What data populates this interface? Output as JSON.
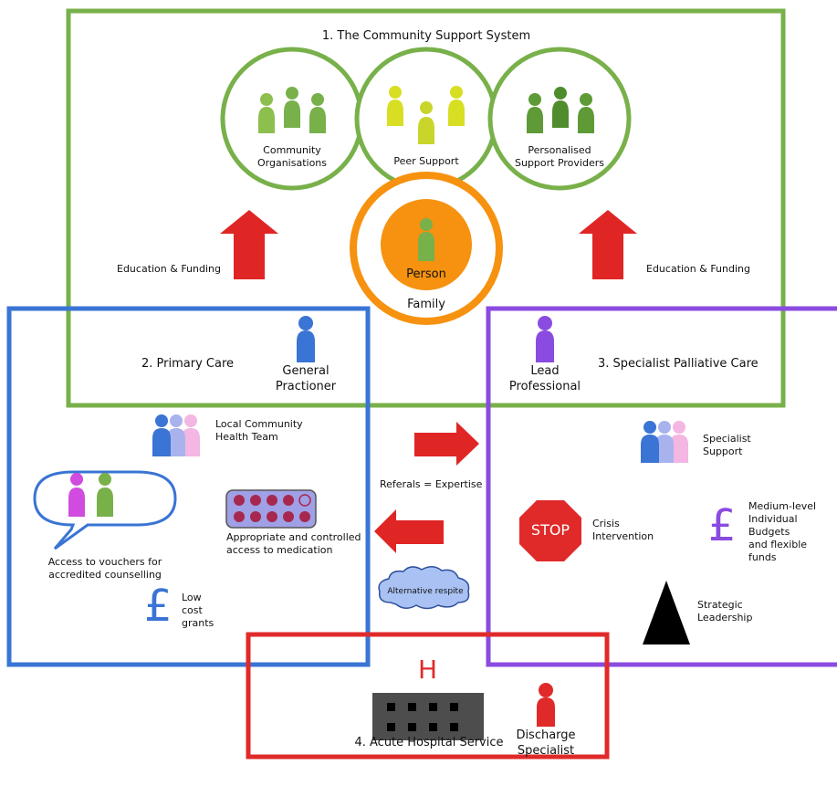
{
  "sections": {
    "community": {
      "title": "1. The Community Support System",
      "color": "#78b04a"
    },
    "primary": {
      "title": "2. Primary Care",
      "color": "#3a74d4"
    },
    "specialist": {
      "title": "3. Specialist Palliative Care",
      "color": "#8a4be0"
    },
    "acute": {
      "title": "4. Acute Hospital Service",
      "color": "#e02a2a"
    }
  },
  "community_circles": [
    {
      "label": "Community\nOrganisations",
      "icon": "people-group-icon"
    },
    {
      "label": "Peer Support",
      "icon": "people-group-icon"
    },
    {
      "label": "Personalised\nSupport Providers",
      "icon": "people-group-icon"
    }
  ],
  "center": {
    "person": "Person",
    "family": "Family",
    "color": "#f6920f"
  },
  "education_left": "Education & Funding",
  "education_right": "Education & Funding",
  "roles": {
    "gp": "General\nPractioner",
    "lead": "Lead\nProfessional",
    "discharge": "Discharge\nSpecialist"
  },
  "primary_items": {
    "local_team": "Local Community\nHealth Team",
    "vouchers": "Access to vouchers for\naccredited counselling",
    "medication": "Appropriate and controlled\naccess to medication",
    "grants": "Low\ncost\ngrants"
  },
  "middle": {
    "referrals": "Referals = Expertise",
    "respite": "Alternative respite"
  },
  "specialist_items": {
    "support": "Specialist\nSupport",
    "crisis": "Crisis\nIntervention",
    "stop": "STOP",
    "budgets": "Medium-level\nIndividual\nBudgets\nand flexible funds",
    "strategic": "Strategic\nLeadership"
  },
  "hospital": {
    "letter": "H"
  },
  "pound": "£",
  "colors": {
    "arrow": "#e02525",
    "pill_fill": "#a7284f",
    "pill_bg": "#9fa0e6",
    "cloud": "#a9c2f3",
    "stop": "#e02a2a"
  }
}
